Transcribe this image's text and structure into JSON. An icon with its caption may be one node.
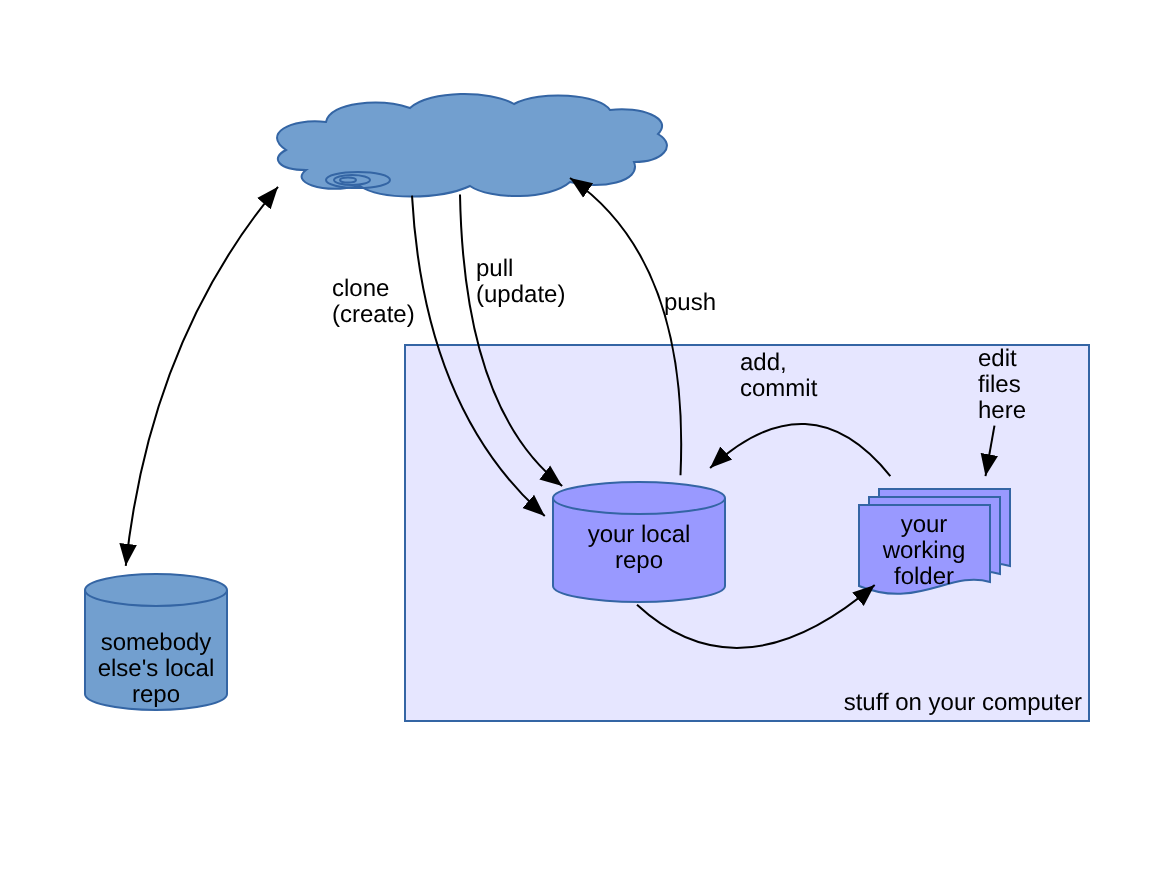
{
  "diagram": {
    "nodes": [
      {
        "text": [],
        "shape": "cloud"
      },
      {
        "text": [
          "stuff on your computer"
        ]
      },
      {
        "text": [
          "your local repo"
        ],
        "in": 1
      },
      {
        "text": [
          "your working folder"
        ],
        "in": 1
      },
      {
        "text": [
          "somebody else's local repo"
        ]
      },
      {
        "text": [
          "edit files here"
        ],
        "in": 1
      }
    ],
    "edges": [
      {
        "from": 4,
        "to": 0,
        "arrow": "both"
      },
      {
        "from": 0,
        "to": 2,
        "arrow": "to",
        "label": "clone (create)"
      },
      {
        "from": 0,
        "to": 2,
        "arrow": "to",
        "label": "pull (update)"
      },
      {
        "from": 2,
        "to": 0,
        "arrow": "to",
        "label": "push"
      },
      {
        "from": 3,
        "to": 2,
        "arrow": "to",
        "label": "add, commit"
      },
      {
        "from": 2,
        "to": 3,
        "arrow": "to"
      },
      {
        "from": 5,
        "to": 3,
        "arrow": "to"
      }
    ]
  }
}
